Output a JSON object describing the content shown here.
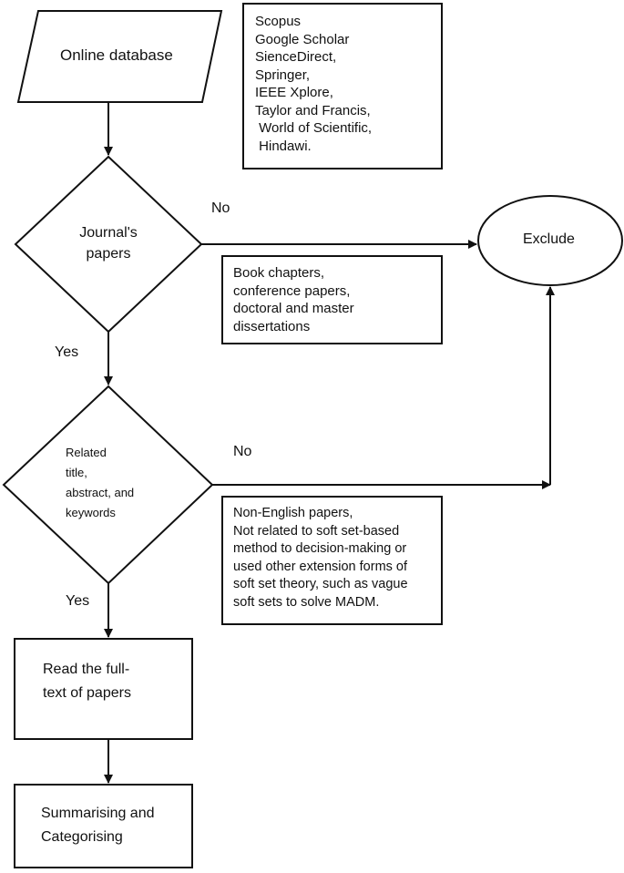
{
  "nodes": {
    "online_database": "Online database",
    "sources": [
      "Scopus",
      "Google Scholar",
      "SienceDirect,",
      "Springer,",
      "IEEE Xplore,",
      "Taylor and Francis,",
      " World of Scientific,",
      " Hindawi."
    ],
    "journals_decision": [
      "Journal's",
      "papers"
    ],
    "exclude": "Exclude",
    "exclusion_note_1": [
      "Book chapters,",
      "conference papers,",
      "doctoral and master",
      "dissertations"
    ],
    "related_decision": [
      "Related",
      "title,",
      "abstract, and",
      "keywords"
    ],
    "exclusion_note_2": [
      "Non-English papers,",
      "Not related to soft set-based",
      "method to decision-making or",
      "used other extension forms of",
      "soft set theory, such as vague",
      "soft sets to solve MADM."
    ],
    "read_fulltext": [
      "Read the full-",
      "text of papers"
    ],
    "summarise": [
      "Summarising and",
      "Categorising"
    ]
  },
  "edge_labels": {
    "no_1": "No",
    "yes_1": "Yes",
    "no_2": "No",
    "yes_2": "Yes"
  }
}
